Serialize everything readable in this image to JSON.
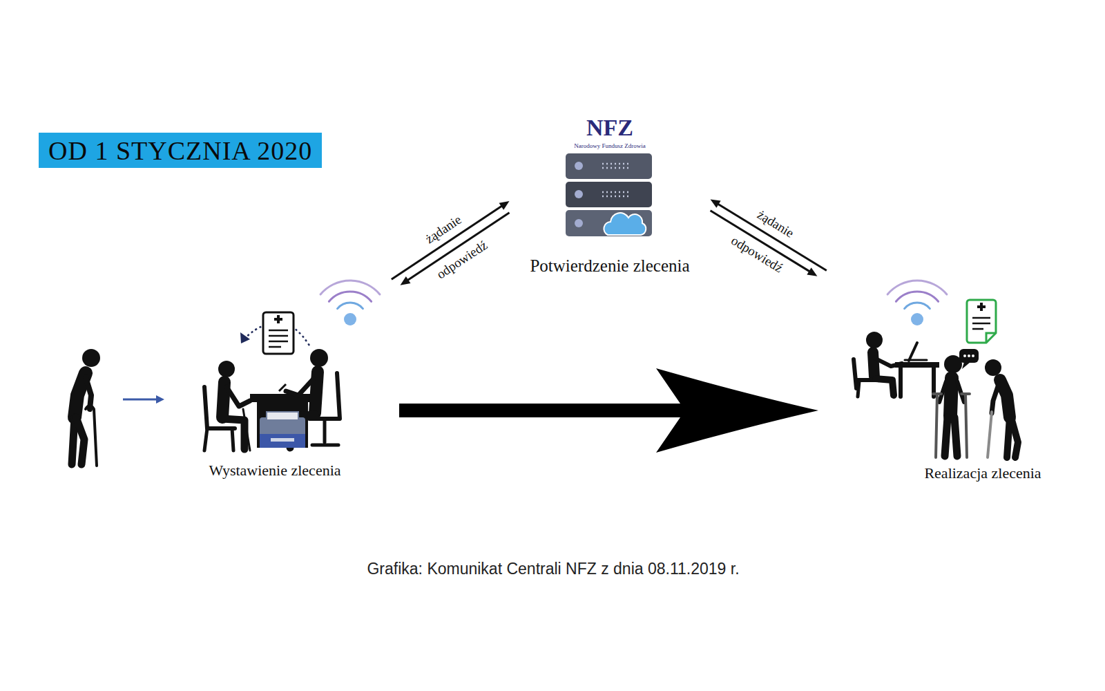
{
  "diagram": {
    "title": "OD 1 STYCZNIA 2020",
    "caption": "Grafika: Komunikat Centrali NFZ z dnia 08.11.2019 r.",
    "nodes": [
      {
        "text": [
          "Wystawienie zlecenia"
        ]
      },
      {
        "text": [
          "Potwierdzenie zlecenia"
        ]
      },
      {
        "text": [
          "Realizacja zlecenia"
        ]
      }
    ],
    "edges": [
      {
        "from": 0,
        "to": 1,
        "arrow": "to",
        "label": "żądanie"
      },
      {
        "from": 1,
        "to": 0,
        "arrow": "to",
        "label": "odpowiedź"
      },
      {
        "from": 2,
        "to": 1,
        "arrow": "to",
        "label": "żądanie"
      },
      {
        "from": 1,
        "to": 2,
        "arrow": "to",
        "label": "odpowiedź"
      },
      {
        "from": 0,
        "to": 2,
        "arrow": "to"
      }
    ],
    "labels": [
      "NFZ",
      "Narodowy Fundusz Zdrowia"
    ]
  }
}
